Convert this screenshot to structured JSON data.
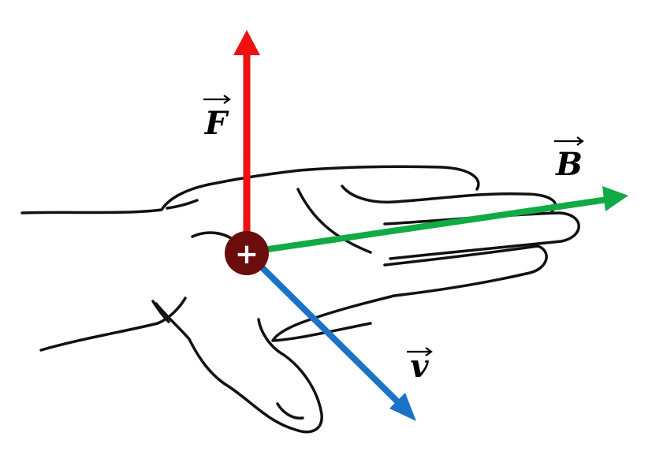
{
  "diagram": {
    "colors": {
      "force": "#ee1111",
      "field": "#11aa44",
      "velocity": "#1a73c6",
      "charge": "#6b0d0d",
      "hand": "#111111"
    },
    "vectors": {
      "force": {
        "label": "F"
      },
      "field": {
        "label": "B"
      },
      "velocity": {
        "label": "v"
      }
    },
    "charge": {
      "sign": "+"
    }
  }
}
